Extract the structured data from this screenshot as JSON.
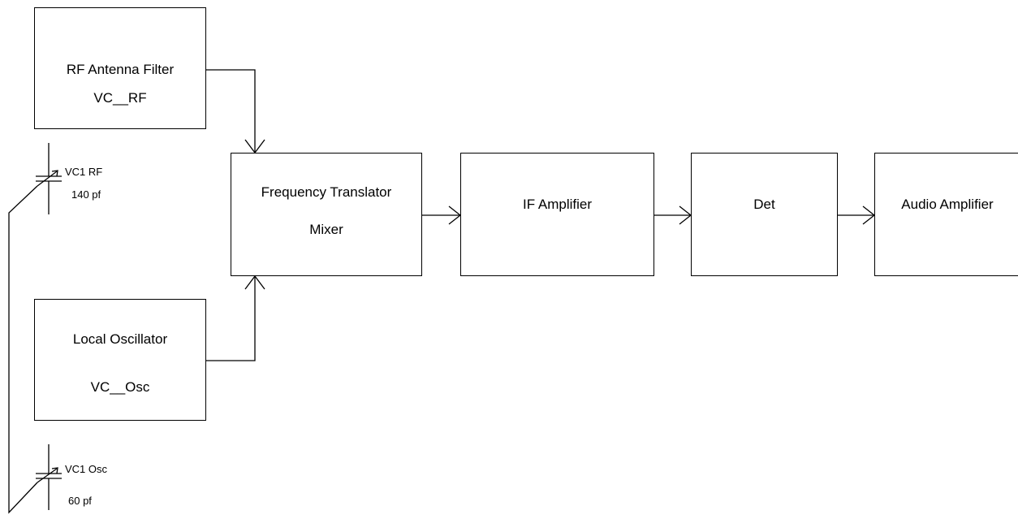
{
  "blocks": {
    "rf_filter": {
      "line1": "RF Antenna Filter",
      "line2": "VC__RF"
    },
    "local_osc": {
      "line1": "Local Oscillator",
      "line2": "VC__Osc"
    },
    "mixer": {
      "line1": "Frequency Translator",
      "line2": "Mixer"
    },
    "if_amp": {
      "label": "IF Amplifier"
    },
    "det": {
      "label": "Det"
    },
    "audio_amp": {
      "label": "Audio Amplifier"
    }
  },
  "capacitors": {
    "vc1_rf": {
      "name": "VC1 RF",
      "value": "140 pf"
    },
    "vc1_osc": {
      "name": "VC1 Osc",
      "value": "60 pf"
    }
  }
}
